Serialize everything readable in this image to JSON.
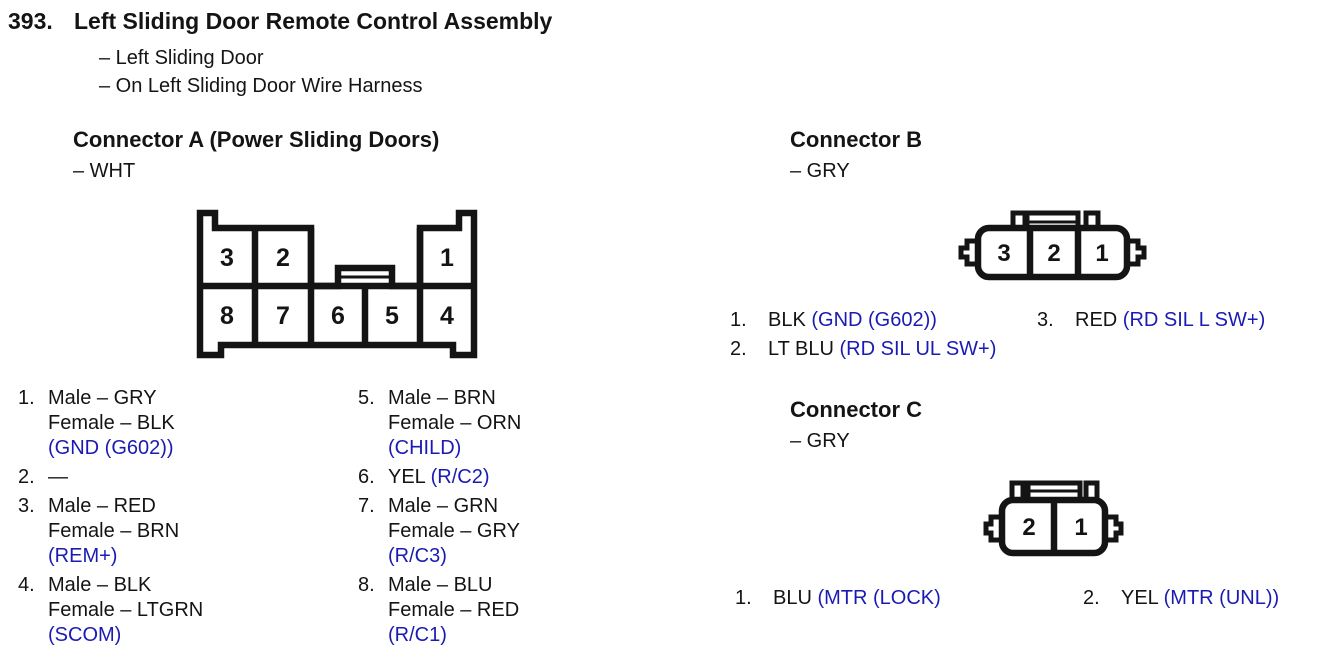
{
  "colors": {
    "ink": "#141414",
    "accent_blue": "#1b1bb3",
    "background": "#ffffff"
  },
  "header": {
    "number": "393.",
    "title": "Left Sliding Door Remote Control Assembly",
    "locations": [
      "– Left Sliding Door",
      "– On Left Sliding Door Wire Harness"
    ]
  },
  "connector_a": {
    "title": "Connector A (Power Sliding Doors)",
    "color_note": "– WHT",
    "pins_top": [
      "3",
      "2",
      "1"
    ],
    "pins_bottom": [
      "8",
      "7",
      "6",
      "5",
      "4"
    ],
    "pin_list_left": [
      {
        "num": "1.",
        "lines": [
          [
            {
              "t": "Male – GRY"
            }
          ],
          [
            {
              "t": "Female – BLK"
            }
          ],
          [
            {
              "t": "(GND (G602))",
              "b": true
            }
          ]
        ]
      },
      {
        "num": "2.",
        "lines": [
          [
            {
              "t": "—"
            }
          ]
        ]
      },
      {
        "num": "3.",
        "lines": [
          [
            {
              "t": "Male – RED"
            }
          ],
          [
            {
              "t": "Female – BRN"
            }
          ],
          [
            {
              "t": "(REM+)",
              "b": true
            }
          ]
        ]
      },
      {
        "num": "4.",
        "lines": [
          [
            {
              "t": "Male – BLK"
            }
          ],
          [
            {
              "t": "Female – LTGRN"
            }
          ],
          [
            {
              "t": "(SCOM)",
              "b": true
            }
          ]
        ]
      }
    ],
    "pin_list_right": [
      {
        "num": "5.",
        "lines": [
          [
            {
              "t": "Male – BRN"
            }
          ],
          [
            {
              "t": "Female – ORN"
            }
          ],
          [
            {
              "t": "(CHILD)",
              "b": true
            }
          ]
        ]
      },
      {
        "num": "6.",
        "lines": [
          [
            {
              "t": "YEL "
            },
            {
              "t": "(R/C2)",
              "b": true
            }
          ]
        ]
      },
      {
        "num": "7.",
        "lines": [
          [
            {
              "t": "Male – GRN"
            }
          ],
          [
            {
              "t": "Female – GRY"
            }
          ],
          [
            {
              "t": "(R/C3)",
              "b": true
            }
          ]
        ]
      },
      {
        "num": "8.",
        "lines": [
          [
            {
              "t": "Male – BLU"
            }
          ],
          [
            {
              "t": "Female – RED"
            }
          ],
          [
            {
              "t": "(R/C1)",
              "b": true
            }
          ]
        ]
      }
    ]
  },
  "connector_b": {
    "title": "Connector B",
    "color_note": "– GRY",
    "pins": [
      "3",
      "2",
      "1"
    ],
    "pin_list_left": [
      {
        "num": "1.",
        "lines": [
          [
            {
              "t": "BLK "
            },
            {
              "t": "(GND (G602))",
              "b": true
            }
          ]
        ]
      },
      {
        "num": "2.",
        "lines": [
          [
            {
              "t": "LT BLU "
            },
            {
              "t": "(RD SIL UL SW+)",
              "b": true
            }
          ]
        ]
      }
    ],
    "pin_list_right": [
      {
        "num": "3.",
        "lines": [
          [
            {
              "t": "RED "
            },
            {
              "t": "(RD SIL L SW+)",
              "b": true
            }
          ]
        ]
      }
    ]
  },
  "connector_c": {
    "title": "Connector C",
    "color_note": "– GRY",
    "pins": [
      "2",
      "1"
    ],
    "pin_list_left": [
      {
        "num": "1.",
        "lines": [
          [
            {
              "t": "BLU "
            },
            {
              "t": "(MTR (LOCK)",
              "b": true
            }
          ]
        ]
      }
    ],
    "pin_list_right": [
      {
        "num": "2.",
        "lines": [
          [
            {
              "t": "YEL "
            },
            {
              "t": "(MTR (UNL))",
              "b": true
            }
          ]
        ]
      }
    ]
  }
}
